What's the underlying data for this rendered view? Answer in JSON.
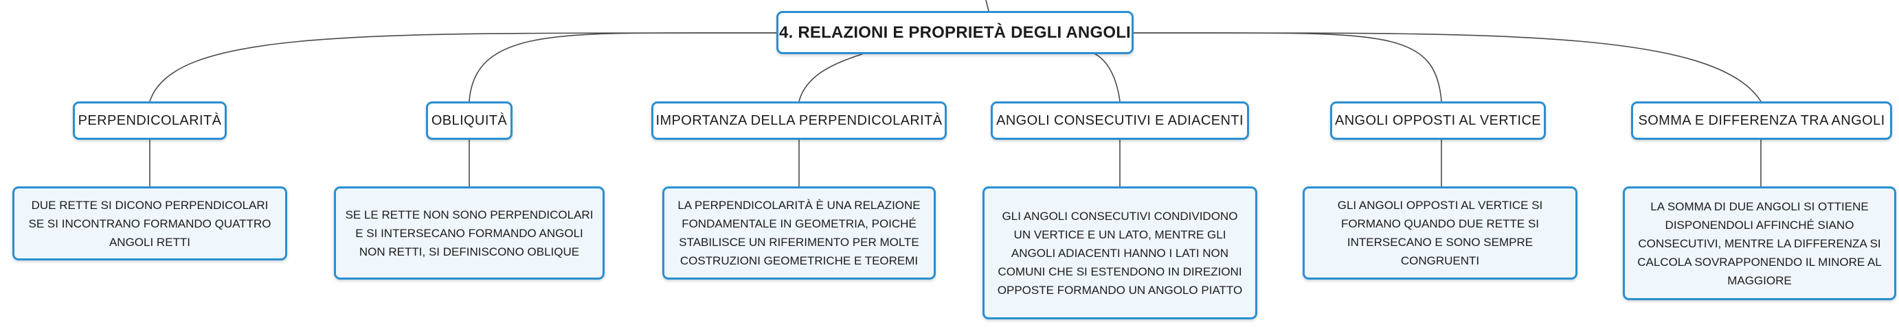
{
  "root": {
    "title": "4. RELAZIONI E PROPRIETÀ DEGLI ANGOLI"
  },
  "colors": {
    "border": "#2a8fd1",
    "desc_fill": "#eff6fc",
    "line": "#4a4a4a"
  },
  "branches": [
    {
      "topic": "PERPENDICOLARITÀ",
      "description": "DUE RETTE SI DICONO PERPENDICOLARI SE SI INCONTRANO FORMANDO QUATTRO ANGOLI RETTI"
    },
    {
      "topic": "OBLIQUITÀ",
      "description": "SE LE RETTE NON SONO PERPENDICOLARI E SI INTERSECANO FORMANDO ANGOLI NON RETTI, SI DEFINISCONO OBLIQUE"
    },
    {
      "topic": "IMPORTANZA DELLA PERPENDICOLARITÀ",
      "description": "LA PERPENDICOLARITÀ È UNA RELAZIONE FONDAMENTALE IN GEOMETRIA, POICHÉ STABILISCE UN RIFERIMENTO PER MOLTE COSTRUZIONI GEOMETRICHE E TEOREMI"
    },
    {
      "topic": "ANGOLI CONSECUTIVI E ADIACENTI",
      "description": "GLI ANGOLI CONSECUTIVI CONDIVIDONO UN VERTICE E UN LATO, MENTRE GLI ANGOLI ADIACENTI HANNO I LATI NON COMUNI CHE SI ESTENDONO IN DIREZIONI OPPOSTE FORMANDO UN ANGOLO PIATTO"
    },
    {
      "topic": "ANGOLI OPPOSTI AL VERTICE",
      "description": "GLI ANGOLI OPPOSTI AL VERTICE SI FORMANO QUANDO DUE RETTE SI INTERSECANO E SONO SEMPRE CONGRUENTI"
    },
    {
      "topic": "SOMMA E DIFFERENZA TRA ANGOLI",
      "description": "LA SOMMA DI DUE ANGOLI SI OTTIENE DISPONENDOLI AFFINCHÉ SIANO CONSECUTIVI, MENTRE LA DIFFERENZA SI CALCOLA SOVRAPPONENDO IL MINORE AL MAGGIORE"
    }
  ]
}
